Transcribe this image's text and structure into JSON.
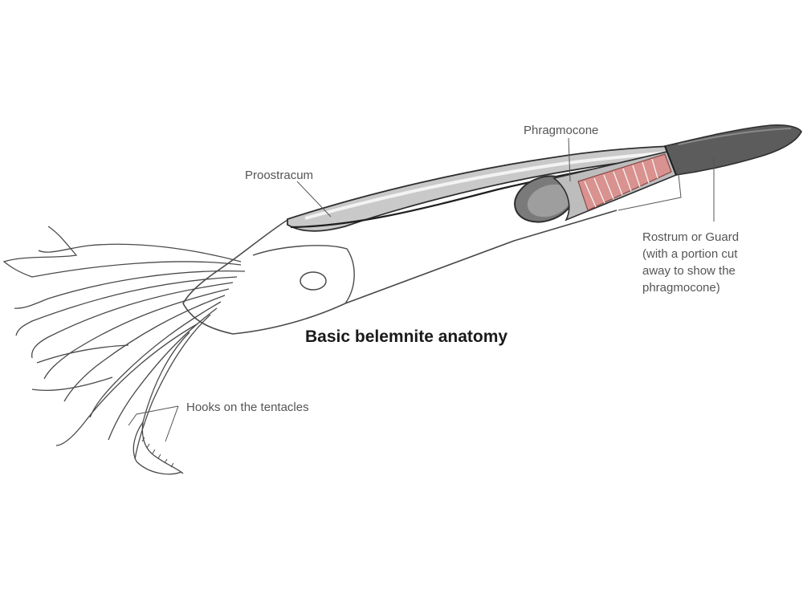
{
  "title": "Basic belemnite anatomy",
  "labels": {
    "phragmocone": "Phragmocone",
    "proostracum": "Proostracum",
    "rostrum": [
      "Rostrum or Guard",
      "(with a portion cut",
      "away to show the",
      "phragmocone)"
    ],
    "hooks": "Hooks on the tentacles"
  },
  "colors": {
    "outline": "#4a4a4a",
    "shell_grey": "#c9c9c9",
    "rostrum_dark": "#5c5c5c",
    "phragmocone_red": "#d9928f",
    "label_text": "#555555"
  }
}
